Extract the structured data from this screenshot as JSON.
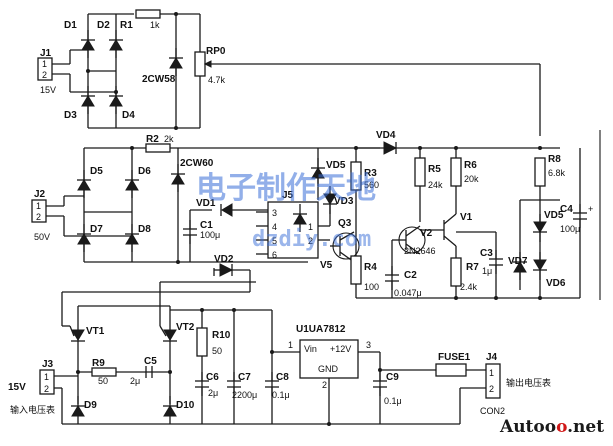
{
  "labels": {
    "J1": "J1",
    "J1_p1": "1",
    "J1_p2": "2",
    "J1_v": "15V",
    "D1": "D1",
    "D2": "D2",
    "D3": "D3",
    "D4": "D4",
    "R1": "R1",
    "R1_v": "1k",
    "ZD1": "2CW58",
    "RP0": "RP0",
    "RP0_v": "4.7k",
    "J2": "J2",
    "J2_p1": "1",
    "J2_p2": "2",
    "J2_v": "50V",
    "D5": "D5",
    "D6": "D6",
    "D7": "D7",
    "D8": "D8",
    "R2": "R2",
    "R2_v": "2k",
    "ZD2": "2CW60",
    "VD1": "VD1",
    "VD2": "VD2",
    "C1": "C1",
    "C1_v": "100μ",
    "J5": "J5",
    "J5_p3": "3",
    "J5_p4": "4",
    "J5_p5": "5",
    "J5_p6": "6",
    "J5_p1": "1",
    "J5_p2": "2",
    "VD5a": "VD5",
    "VD3": "VD3",
    "Q3": "Q3",
    "V5": "V5",
    "VD4": "VD4",
    "R3": "R3",
    "R3_v": "560",
    "R4": "R4",
    "R4_v": "100",
    "R5": "R5",
    "R5_v": "24k",
    "V2": "V2",
    "V2_v": "2N2646",
    "C2": "C2",
    "C2_v": "0.047μ",
    "R6": "R6",
    "R6_v": "20k",
    "V1": "V1",
    "R7": "R7",
    "R7_v": "2.4k",
    "C3": "C3",
    "C3_v": "1μ",
    "R8": "R8",
    "R8_v": "6.8k",
    "VD5b": "VD5",
    "VD7": "VD7",
    "VD6": "VD6",
    "C4": "C4",
    "C4_v": "100μ",
    "VT1": "VT1",
    "VT2": "VT2",
    "R10": "R10",
    "R10_v": "50",
    "U1": "U1UA7812",
    "U1_vin": "Vin",
    "U1_out": "+12V",
    "U1_gnd": "GND",
    "U1_p1": "1",
    "U1_p2": "2",
    "U1_p3": "3",
    "C6": "C6",
    "C6_v": "2μ",
    "C7": "C7",
    "C7_v": "2200μ",
    "C8": "C8",
    "C8_v": "0.1μ",
    "C9": "C9",
    "C9_v": "0.1μ",
    "J3": "J3",
    "J3_p1": "1",
    "J3_p2": "2",
    "J3_v": "15V",
    "J3_name": "输入电压表",
    "R9": "R9",
    "R9_v": "50",
    "C5": "C5",
    "C5_v": "2μ",
    "D9": "D9",
    "D10": "D10",
    "FUSE1": "FUSE1",
    "J4": "J4",
    "J4_p1": "1",
    "J4_p2": "2",
    "CON2": "CON2",
    "J4_name": "输出电压表"
  },
  "watermark": {
    "cn": "电子制作天地",
    "url": "dzdiy.com"
  },
  "site": {
    "prefix": "Autoo",
    "mid": "o",
    "suffix": ".net"
  },
  "colors": {
    "watermark": "#3a6fd8",
    "site_accent": "#d01818"
  }
}
